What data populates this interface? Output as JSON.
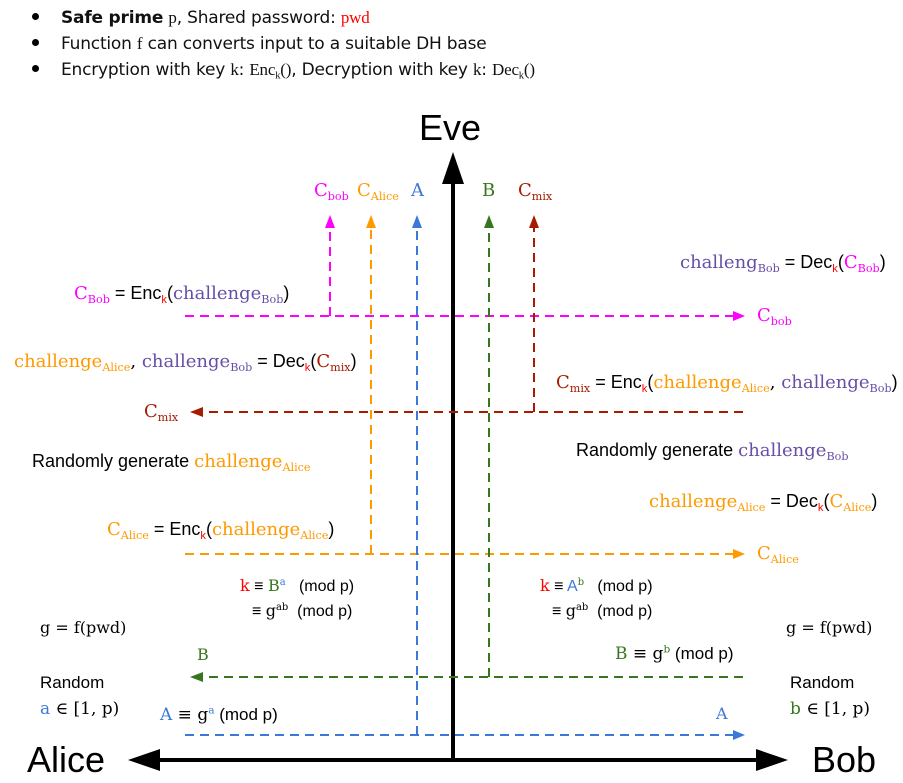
{
  "colors": {
    "alice_challenge": "#ff9900",
    "bob_challenge": "#674ea7",
    "c_bob": "#ff00ff",
    "c_mix": "#a61c00",
    "bob_public": "#38761d",
    "alice_public": "#3c78d8",
    "key": "#ff0000",
    "axis": "#000000"
  },
  "header": {
    "bullets": [
      {
        "bold": "Safe prime",
        "var1": "p",
        "text1": ", Shared password: ",
        "var2": "pwd"
      },
      {
        "text1": "Function ",
        "var1": "f",
        "text2": " can converts input to a suitable DH base"
      },
      {
        "text1": "Encryption with key ",
        "var1": "k",
        "text2": ": ",
        "enc": "Enc",
        "enc_sub": "k",
        "enc_paren": "()",
        "text3": ", Decryption with key ",
        "var2": "k",
        "text4": ": ",
        "dec": "Dec",
        "dec_sub": "k",
        "dec_paren": "()"
      }
    ]
  },
  "axes": {
    "top_label": "Eve",
    "left_label": "Alice",
    "right_label": "Bob"
  },
  "eve_labels": [
    {
      "base": "C",
      "sub": "bob",
      "color_key": "c_bob"
    },
    {
      "base": "C",
      "sub": "Alice",
      "color_key": "alice_challenge"
    },
    {
      "base": "A",
      "sub": "",
      "color_key": "alice_public"
    },
    {
      "base": "B",
      "sub": "",
      "color_key": "bob_public"
    },
    {
      "base": "C",
      "sub": "mix",
      "color_key": "c_mix"
    }
  ],
  "alice": {
    "cbob_eq": {
      "lhs": "C",
      "lhs_sub": "Bob",
      "eq": " = Enc",
      "k": "k",
      "open": "(",
      "arg": "challenge",
      "arg_sub": "Bob",
      "close": ")"
    },
    "dec_mix": {
      "a": "challenge",
      "a_sub": "Alice",
      "comma": ", ",
      "b": "challenge",
      "b_sub": "Bob",
      "eq": " = Dec",
      "k": "k",
      "open": "(",
      "arg": "C",
      "arg_sub": "mix",
      "close": ")"
    },
    "cmix_label": {
      "base": "C",
      "sub": "mix"
    },
    "gen": {
      "text": "Randomly generate ",
      "var": "challenge",
      "var_sub": "Alice"
    },
    "calice_eq": {
      "lhs": "C",
      "lhs_sub": "Alice",
      "eq": " = Enc",
      "k": "k",
      "open": "(",
      "arg": "challenge",
      "arg_sub": "Alice",
      "close": ")"
    },
    "key1": {
      "k": "k",
      "eq": " ≡ ",
      "base": "B",
      "exp": "a",
      "mod": "   (mod p)"
    },
    "key2": {
      "eq": "≡ ",
      "base": "g",
      "exp": "ab",
      "mod": "  (mod p)"
    },
    "g_def": "g = f(pwd)",
    "b_label": "B",
    "random": "Random",
    "rand_var": "a",
    "rand_range": " ∈ [1, p)",
    "pub": {
      "lhs": "A",
      "eq": " ≡ g",
      "exp": "a",
      "mod": " (mod p)"
    }
  },
  "bob": {
    "dec_bob": {
      "lhs": "challeng",
      "lhs_sub": "Bob",
      "eq": " = Dec",
      "k": "k",
      "open": "(",
      "arg": "C",
      "arg_sub": "Bob",
      "close": ")"
    },
    "cbob_label": {
      "base": "C",
      "sub": "bob"
    },
    "cmix_eq": {
      "lhs": "C",
      "lhs_sub": "mix",
      "eq": " = Enc",
      "k": "k",
      "open": "(",
      "a": "challenge",
      "a_sub": "Alice",
      "comma": ", ",
      "b": "challenge",
      "b_sub": "Bob",
      "close": ")"
    },
    "gen": {
      "text": "Randomly generate ",
      "var": "challenge",
      "var_sub": "Bob"
    },
    "dec_alice": {
      "lhs": "challenge",
      "lhs_sub": "Alice",
      "eq": " = Dec",
      "k": "k",
      "open": "(",
      "arg": "C",
      "arg_sub": "Alice",
      "close": ")"
    },
    "calice_label": {
      "base": "C",
      "sub": "Alice"
    },
    "key1": {
      "k": "k",
      "eq": " ≡ ",
      "base": "A",
      "exp": "b",
      "mod": "   (mod p)"
    },
    "key2": {
      "eq": "≡ ",
      "base": "g",
      "exp": "ab",
      "mod": "  (mod p)"
    },
    "g_def": "g = f(pwd)",
    "pub": {
      "lhs": "B",
      "eq": " ≡ g",
      "exp": "b",
      "mod": " (mod p)"
    },
    "random": "Random",
    "rand_var": "b",
    "rand_range": " ∈ [1, p)",
    "a_label": "A"
  }
}
